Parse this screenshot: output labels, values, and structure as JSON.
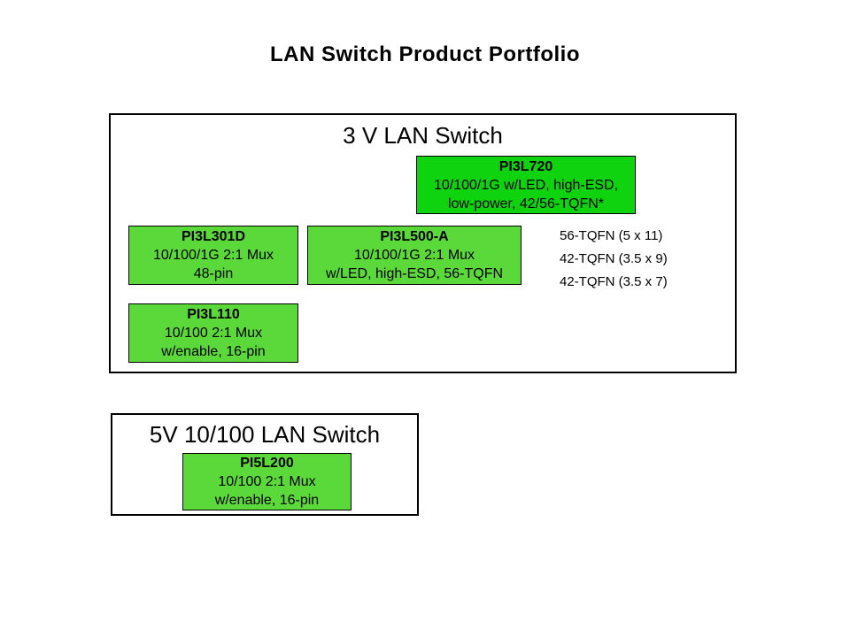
{
  "page": {
    "title": "LAN Switch Product Portfolio",
    "background": "#ffffff"
  },
  "colors": {
    "box_green_bright": "#0ed30e",
    "box_green_light": "#5cd93a",
    "outline": "#000000",
    "text": "#000000"
  },
  "section_3v": {
    "heading": "3 V LAN Switch",
    "pi3l720": {
      "name": "PI3L720",
      "line1": "10/100/1G  w/LED, high-ESD,",
      "line2": "low-power, 42/56-TQFN*"
    },
    "pi3l301d": {
      "name": "PI3L301D",
      "line1": "10/100/1G 2:1 Mux",
      "line2": "48-pin"
    },
    "pi3l500a": {
      "name": "PI3L500-A",
      "line1": "10/100/1G 2:1 Mux",
      "line2": "w/LED, high-ESD, 56-TQFN"
    },
    "pi3l110": {
      "name": "PI3L110",
      "line1": "10/100 2:1 Mux",
      "line2": "w/enable, 16-pin"
    },
    "package_notes": [
      "56-TQFN (5 x 11)",
      "42-TQFN (3.5 x 9)",
      "42-TQFN (3.5 x 7)"
    ]
  },
  "section_5v": {
    "heading": "5V 10/100 LAN Switch",
    "pi5l200": {
      "name": "PI5L200",
      "line1": "10/100 2:1 Mux",
      "line2": "w/enable,  16-pin"
    }
  }
}
